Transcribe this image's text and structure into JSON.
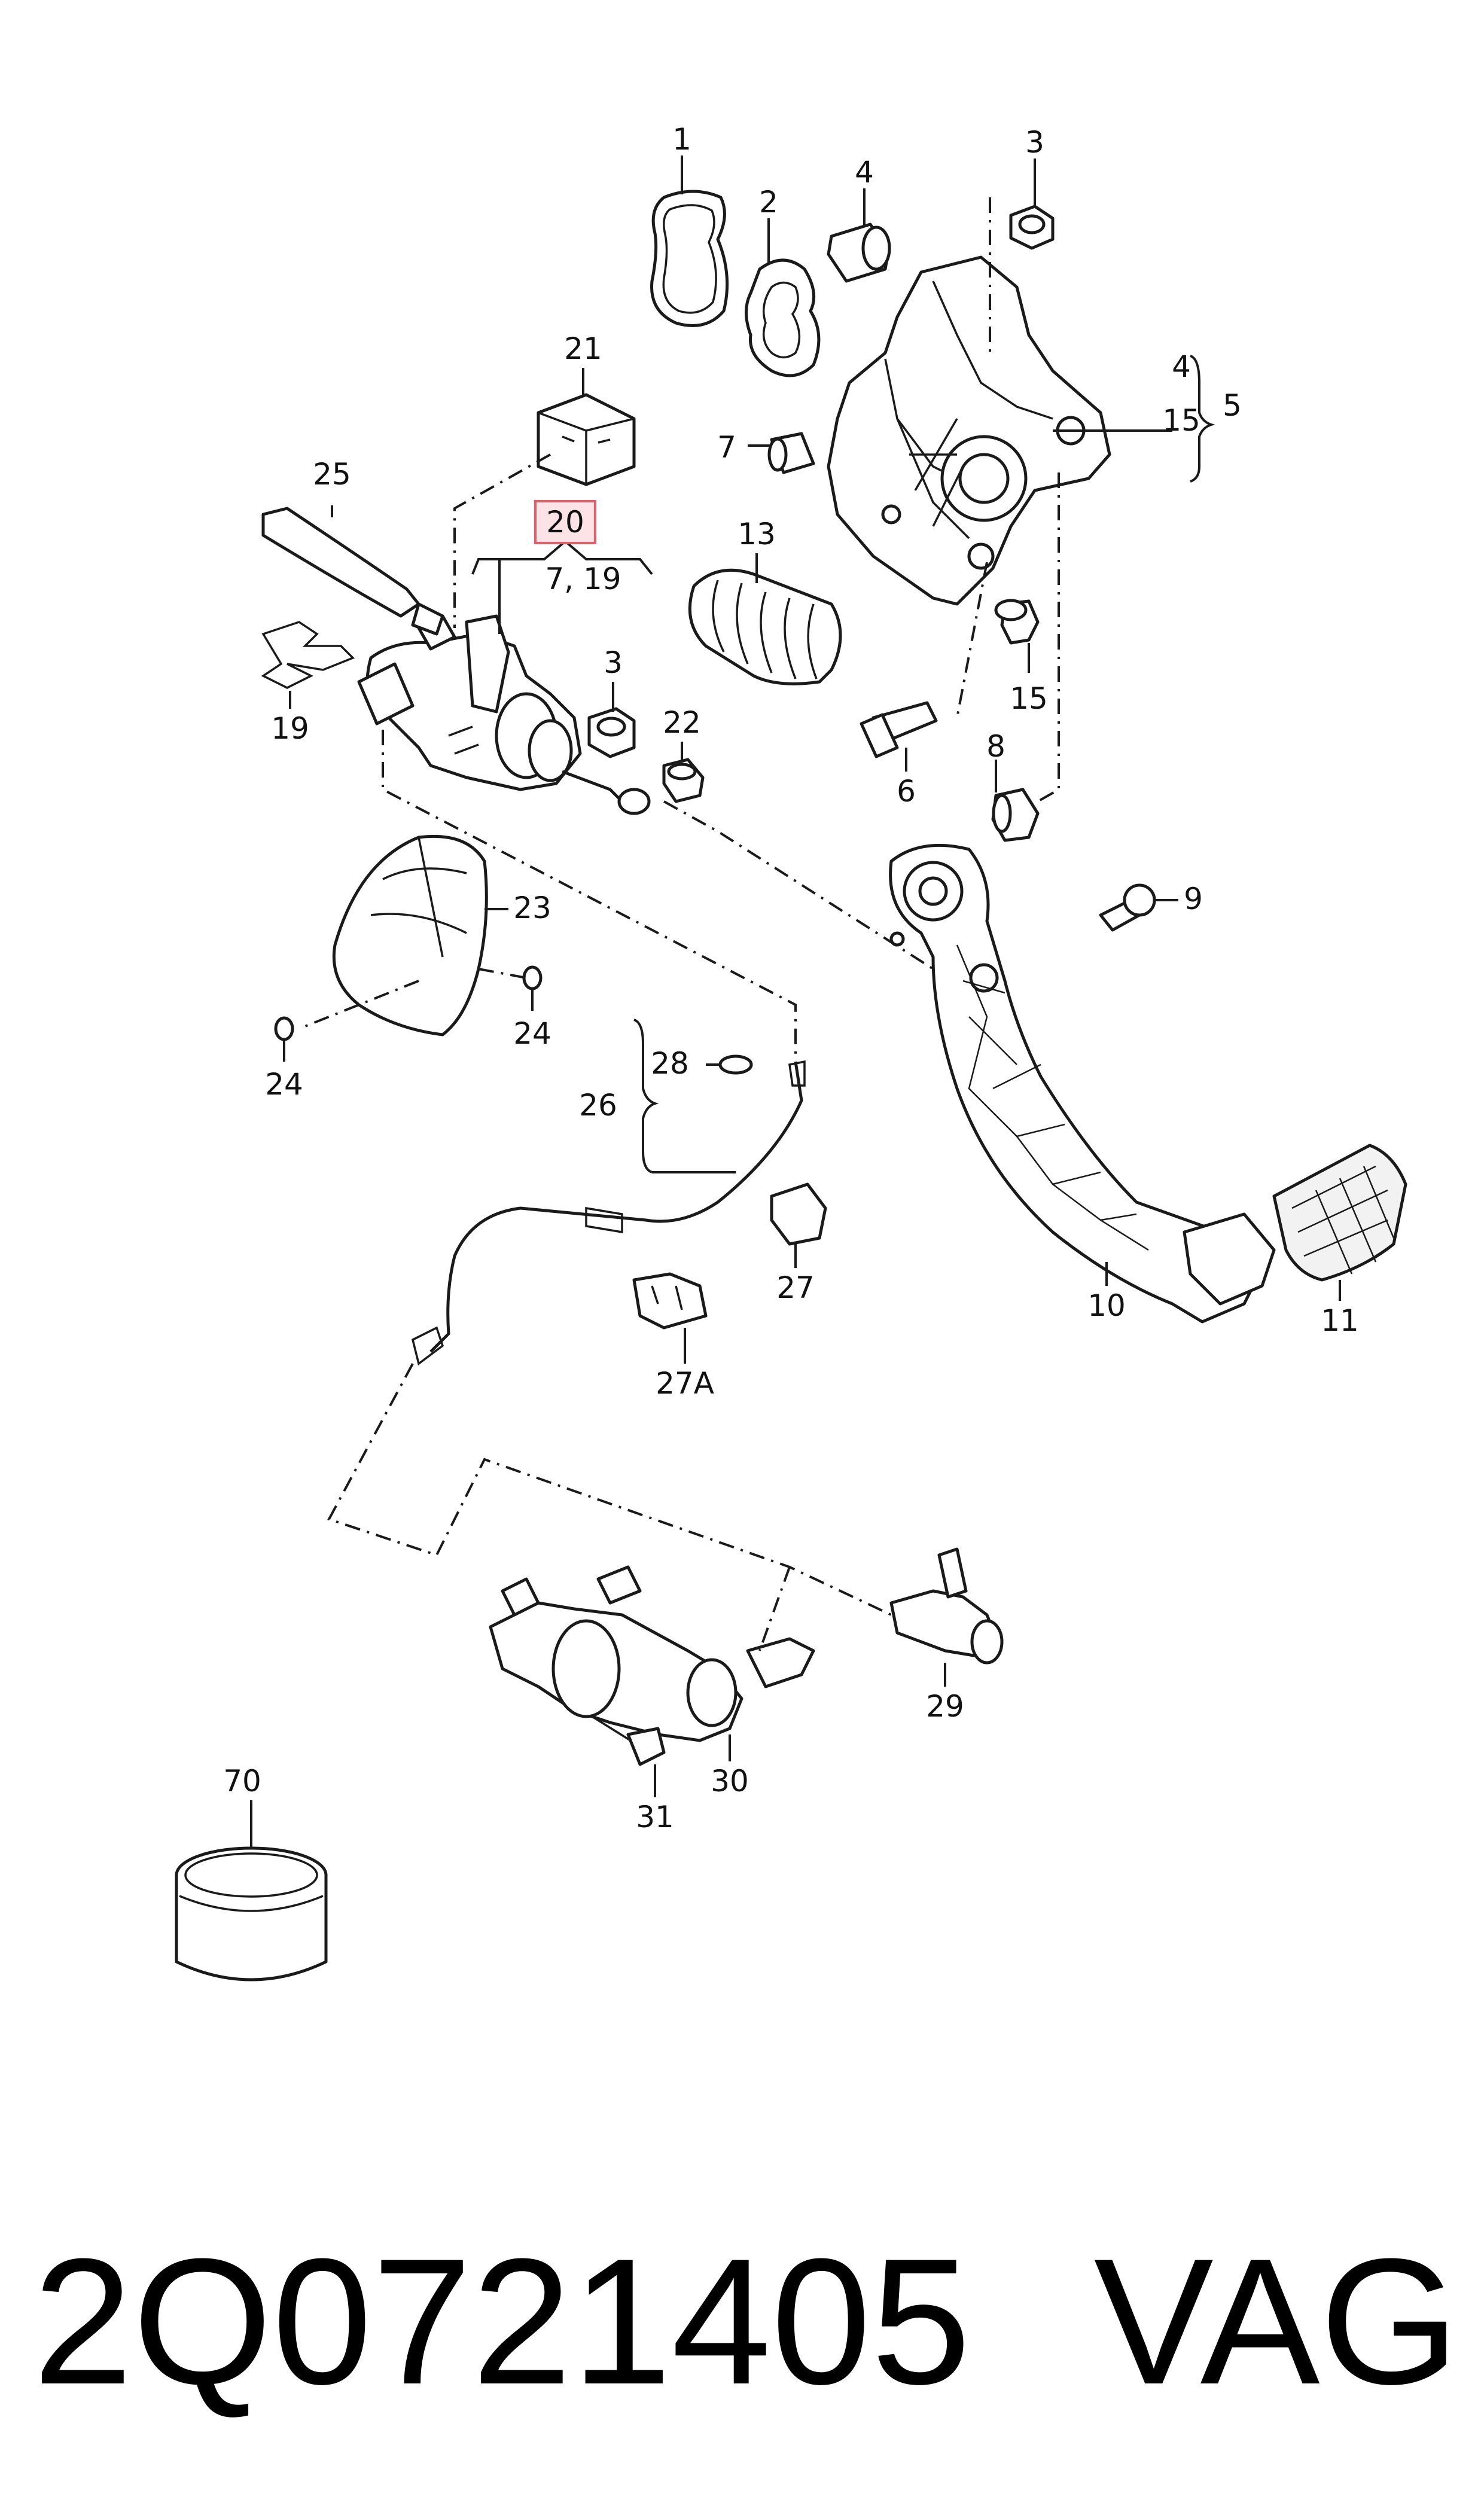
{
  "diagram": {
    "labels": {
      "l1": "1",
      "l2": "2",
      "l3a": "3",
      "l4a": "4",
      "l4b": "4",
      "l15a": "15",
      "l5": "5",
      "l7": "7",
      "l13": "13",
      "l15b": "15",
      "l6": "6",
      "l8": "8",
      "l9": "9",
      "l21": "21",
      "l25": "25",
      "l20": "20",
      "l7_19": "7, 19",
      "l3b": "3",
      "l22": "22",
      "l19": "19",
      "l23": "23",
      "l24a": "24",
      "l24b": "24",
      "l28": "28",
      "l26": "26",
      "l27": "27",
      "l27a": "27A",
      "l10": "10",
      "l11": "11",
      "l29": "29",
      "l30": "30",
      "l31": "31",
      "l70": "70"
    },
    "highlight_color": "#e35d6a",
    "highlight_fill": "#fbe3e6"
  },
  "footer": {
    "part_number": "2Q0721405",
    "brand": "VAG"
  }
}
